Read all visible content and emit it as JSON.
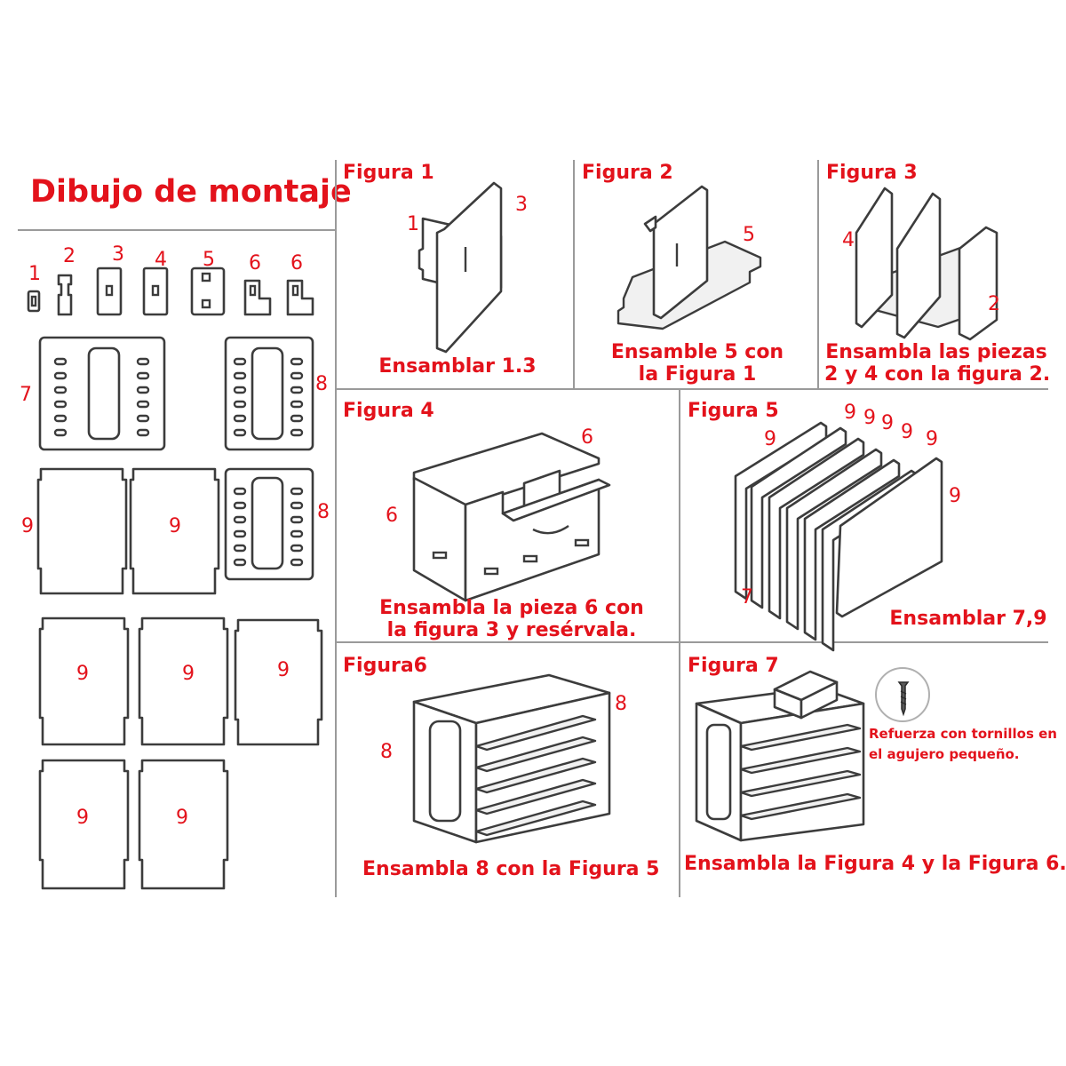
{
  "title": "Dibujo de montaje",
  "part_labels": [
    "1",
    "2",
    "3",
    "4",
    "5",
    "6",
    "6",
    "7",
    "8",
    "8",
    "9",
    "9",
    "9",
    "9",
    "9",
    "9",
    "9"
  ],
  "figures": [
    {
      "label": "Figura 1",
      "caption": "Ensamblar 1.3",
      "callouts": [
        "1",
        "3"
      ]
    },
    {
      "label": "Figura 2",
      "caption_lines": [
        "Ensamble 5 con",
        "la Figura 1"
      ],
      "callouts": [
        "5"
      ]
    },
    {
      "label": "Figura 3",
      "caption_lines": [
        "Ensambla las piezas",
        "2 y 4 con la figura 2."
      ],
      "callouts": [
        "4",
        "2"
      ]
    },
    {
      "label": "Figura 4",
      "caption_lines": [
        "Ensambla la pieza 6 con",
        "la figura 3 y resérvala."
      ],
      "callouts": [
        "6",
        "6"
      ]
    },
    {
      "label": "Figura 5",
      "caption": "Ensamblar 7,9",
      "callouts": [
        "9",
        "9",
        "9",
        "9",
        "9",
        "9",
        "9",
        "7"
      ]
    },
    {
      "label": "Figura6",
      "caption": "Ensambla 8 con la Figura 5",
      "callouts": [
        "8",
        "8"
      ]
    },
    {
      "label": "Figura 7",
      "caption": "Ensambla la Figura 4 y la Figura 6.",
      "note_lines": [
        "Refuerza con tornillos en",
        "el agujero pequeño."
      ]
    }
  ],
  "icons": [
    "screw-icon"
  ],
  "colors": {
    "accent": "#e3121b",
    "line": "#3c3c3c",
    "divider": "#9a9a9a"
  }
}
